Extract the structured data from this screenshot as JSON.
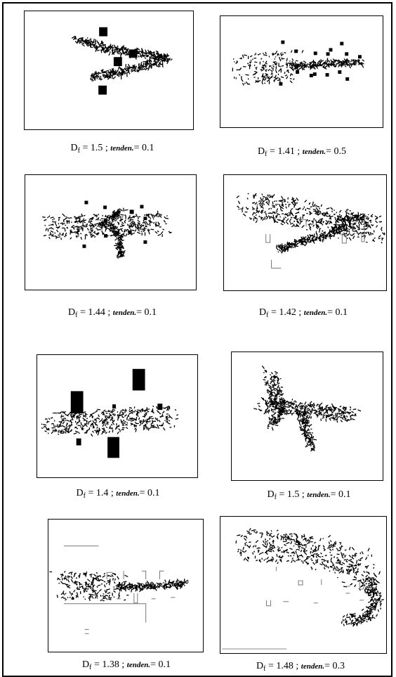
{
  "figure": {
    "panels": [
      {
        "df_label": "D",
        "df_sub": "f",
        "df_value": "= 1.5",
        "sep": ";",
        "tend_label": "tenden.",
        "tend_value": "= 0.1"
      },
      {
        "df_label": "D",
        "df_sub": "f",
        "df_value": "= 1.41",
        "sep": ";",
        "tend_label": "tenden.",
        "tend_value": "= 0.5"
      },
      {
        "df_label": "D",
        "df_sub": "f",
        "df_value": "= 1.44",
        "sep": ";",
        "tend_label": "tenden.",
        "tend_value": "= 0.1"
      },
      {
        "df_label": "D",
        "df_sub": "f",
        "df_value": "= 1.42",
        "sep": ";",
        "tend_label": "tenden.",
        "tend_value": "= 0.1"
      },
      {
        "df_label": "D",
        "df_sub": "f",
        "df_value": "= 1.4",
        "sep": ";",
        "tend_label": "tenden.",
        "tend_value": "= 0.1"
      },
      {
        "df_label": "D",
        "df_sub": "f",
        "df_value": "= 1.5",
        "sep": ";",
        "tend_label": "tenden.",
        "tend_value": "= 0.1"
      },
      {
        "df_label": "D",
        "df_sub": "f",
        "df_value": "= 1.38",
        "sep": ";",
        "tend_label": "tenden.",
        "tend_value": "= 0.1"
      },
      {
        "df_label": "D",
        "df_sub": "f",
        "df_value": "= 1.48",
        "sep": ";",
        "tend_label": "tenden.",
        "tend_value": "= 0.3"
      }
    ]
  }
}
